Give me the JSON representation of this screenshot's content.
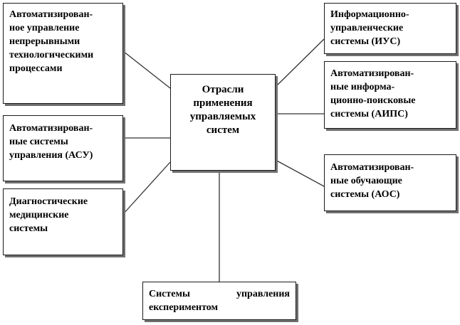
{
  "diagram": {
    "center": {
      "lines": [
        "Отрасли",
        "применения",
        "управляемых",
        "систем"
      ]
    },
    "nodes": {
      "automated_continuous": {
        "lines": [
          "Автоматизирован-",
          "ное управление",
          "непрерывными",
          "технологическими",
          "процессами"
        ]
      },
      "asu": {
        "lines": [
          "Автоматизирован-",
          "ные системы",
          "управления (АСУ)"
        ]
      },
      "medical": {
        "lines": [
          "Диагностические",
          "медицинские",
          "системы"
        ]
      },
      "ius": {
        "lines": [
          "Информационно-",
          "управленческие",
          "системы (ИУС)"
        ]
      },
      "aips": {
        "lines": [
          "Автоматизирован-",
          "ные информа-",
          "ционно-поисковые",
          "системы (АИПС)"
        ]
      },
      "aos": {
        "lines": [
          "Автоматизирован-",
          "ные обучающие",
          "системы (АОС)"
        ]
      },
      "experiment": {
        "lines": [
          "Системы управления",
          "експериментом"
        ]
      }
    },
    "colors": {
      "border": "#1a1a1a",
      "shadow": "#6f6f6f",
      "connector": "#333333",
      "background": "#ffffff"
    }
  }
}
